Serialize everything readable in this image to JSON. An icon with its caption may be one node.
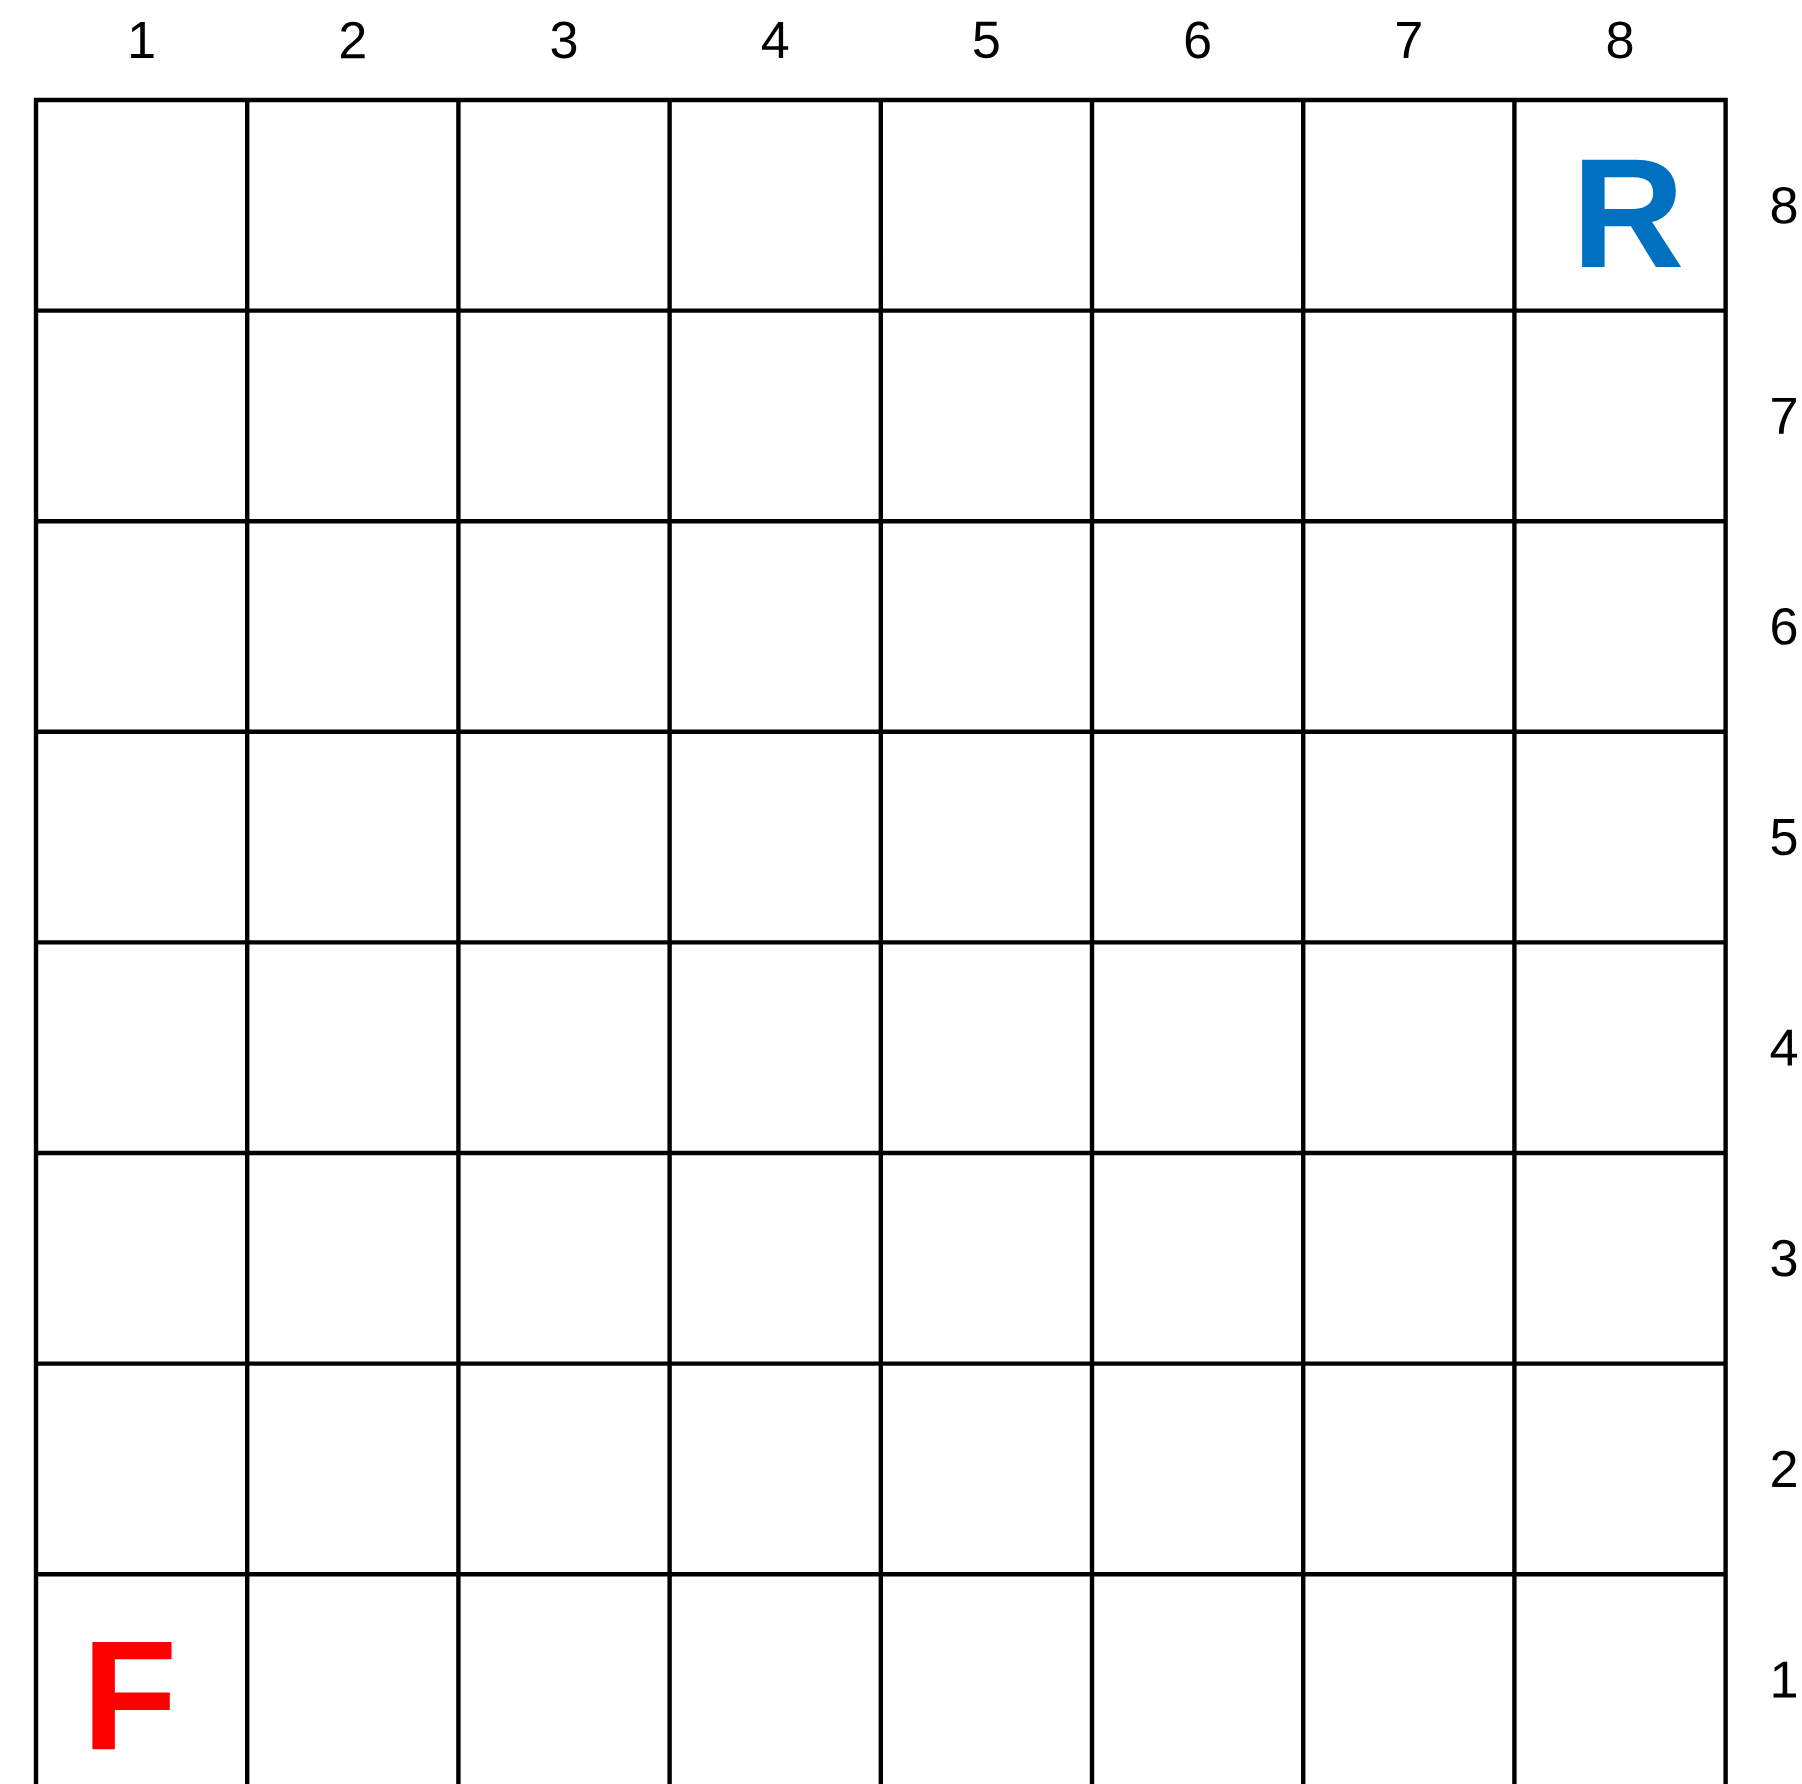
{
  "diagram": {
    "labels": [
      "1",
      "2",
      "3",
      "4",
      "5",
      "6",
      "7",
      "8",
      "R",
      "8",
      "7",
      "6",
      "5",
      "4",
      "3",
      "2",
      "F",
      "1"
    ]
  }
}
